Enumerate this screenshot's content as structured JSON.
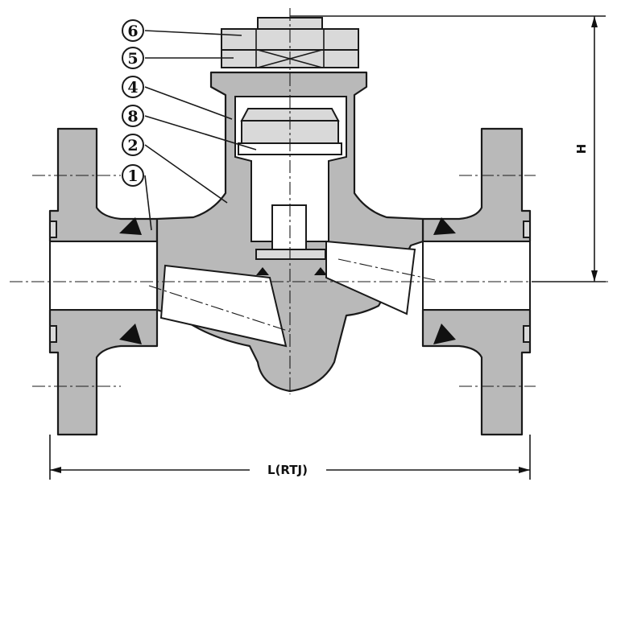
{
  "callouts": [
    {
      "id": "6",
      "label": "6"
    },
    {
      "id": "5",
      "label": "5"
    },
    {
      "id": "4",
      "label": "4"
    },
    {
      "id": "3",
      "label": "8"
    },
    {
      "id": "2",
      "label": "2"
    },
    {
      "id": "1",
      "label": "1"
    }
  ],
  "dimensions": {
    "height_label": "H",
    "length_label": "L(RTJ)"
  },
  "colors": {
    "body": "#b9b9b9",
    "line": "#1a1a1a",
    "weld": "#111111"
  }
}
